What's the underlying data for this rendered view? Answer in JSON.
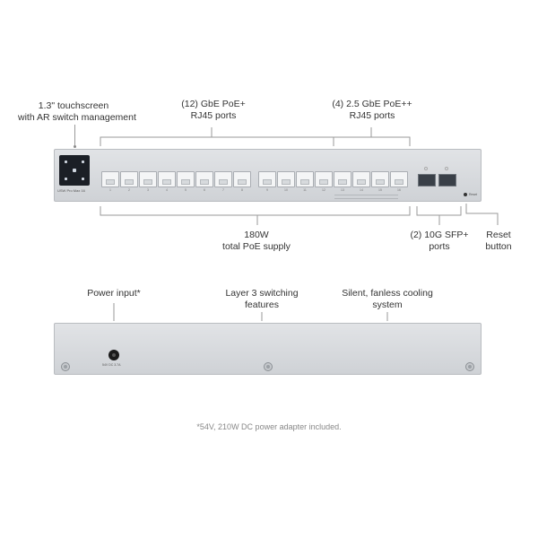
{
  "front_labels": {
    "touchscreen": [
      "1.3\" touchscreen",
      "with AR switch management"
    ],
    "gbe_ports": [
      "(12) GbE PoE+",
      "RJ45 ports"
    ],
    "poe_ports": [
      "(4) 2.5 GbE PoE++",
      "RJ45 ports"
    ],
    "poe_supply": [
      "180W",
      "total PoE supply"
    ],
    "sfp_ports": [
      "(2) 10G SFP+",
      "ports"
    ],
    "reset": [
      "Reset",
      "button"
    ]
  },
  "back_labels": {
    "power": "Power input*",
    "layer3": [
      "Layer 3 switching",
      "features"
    ],
    "cooling": [
      "Silent, fanless cooling",
      "system"
    ]
  },
  "device": {
    "model": "USW Pro Max 16",
    "reset_text": "Reset",
    "power_text": "54V DC 3.7A",
    "port_labels": [
      "1",
      "2",
      "3",
      "4",
      "5",
      "6",
      "7",
      "8",
      "9",
      "10",
      "11",
      "12",
      "13",
      "14",
      "15",
      "16"
    ]
  },
  "footnote": "*54V, 210W DC power adapter included."
}
